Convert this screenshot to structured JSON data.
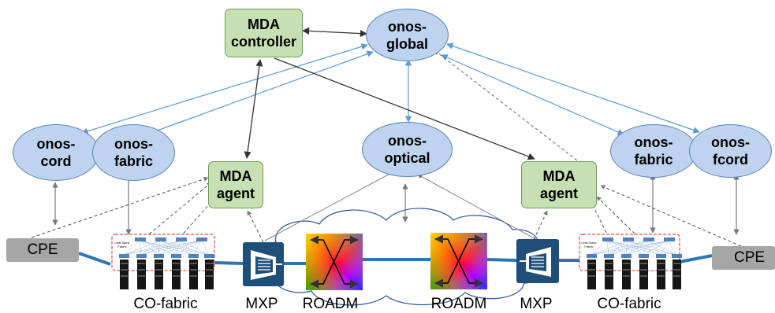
{
  "nodes": {
    "mda_controller": "MDA\ncontroller",
    "onos_global": "onos-\nglobal",
    "onos_cord": "onos-\ncord",
    "onos_fabric_left": "onos-\nfabric",
    "mda_agent_left": "MDA\nagent",
    "onos_optical": "onos-\noptical",
    "mda_agent_right": "MDA\nagent",
    "onos_fabric_right": "onos-\nfabric",
    "onos_fcord": "onos-\nfcord"
  },
  "equipment": {
    "cpe_left": "CPE",
    "cpe_right": "CPE",
    "fabric_tag_left": "Leaf-Spine\nFabric",
    "fabric_tag_right": "Leaf-Spine\nFabric"
  },
  "labels": {
    "co_fabric_left": "CO-fabric",
    "mxp_left": "MXP",
    "roadm_left": "ROADM",
    "roadm_right": "ROADM",
    "mxp_right": "MXP",
    "co_fabric_right": "CO-fabric"
  },
  "colors": {
    "ellipse_fill": "#bdd3ee",
    "ellipse_border": "#5b82b9",
    "box_fill": "#c6e0b4",
    "box_border": "#6e9b58",
    "link_blue": "#2e75b6",
    "arrow_blue": "#5b9bd5",
    "mxp_fill": "#1f4e79",
    "cpe_fill": "#a6a6a6"
  }
}
